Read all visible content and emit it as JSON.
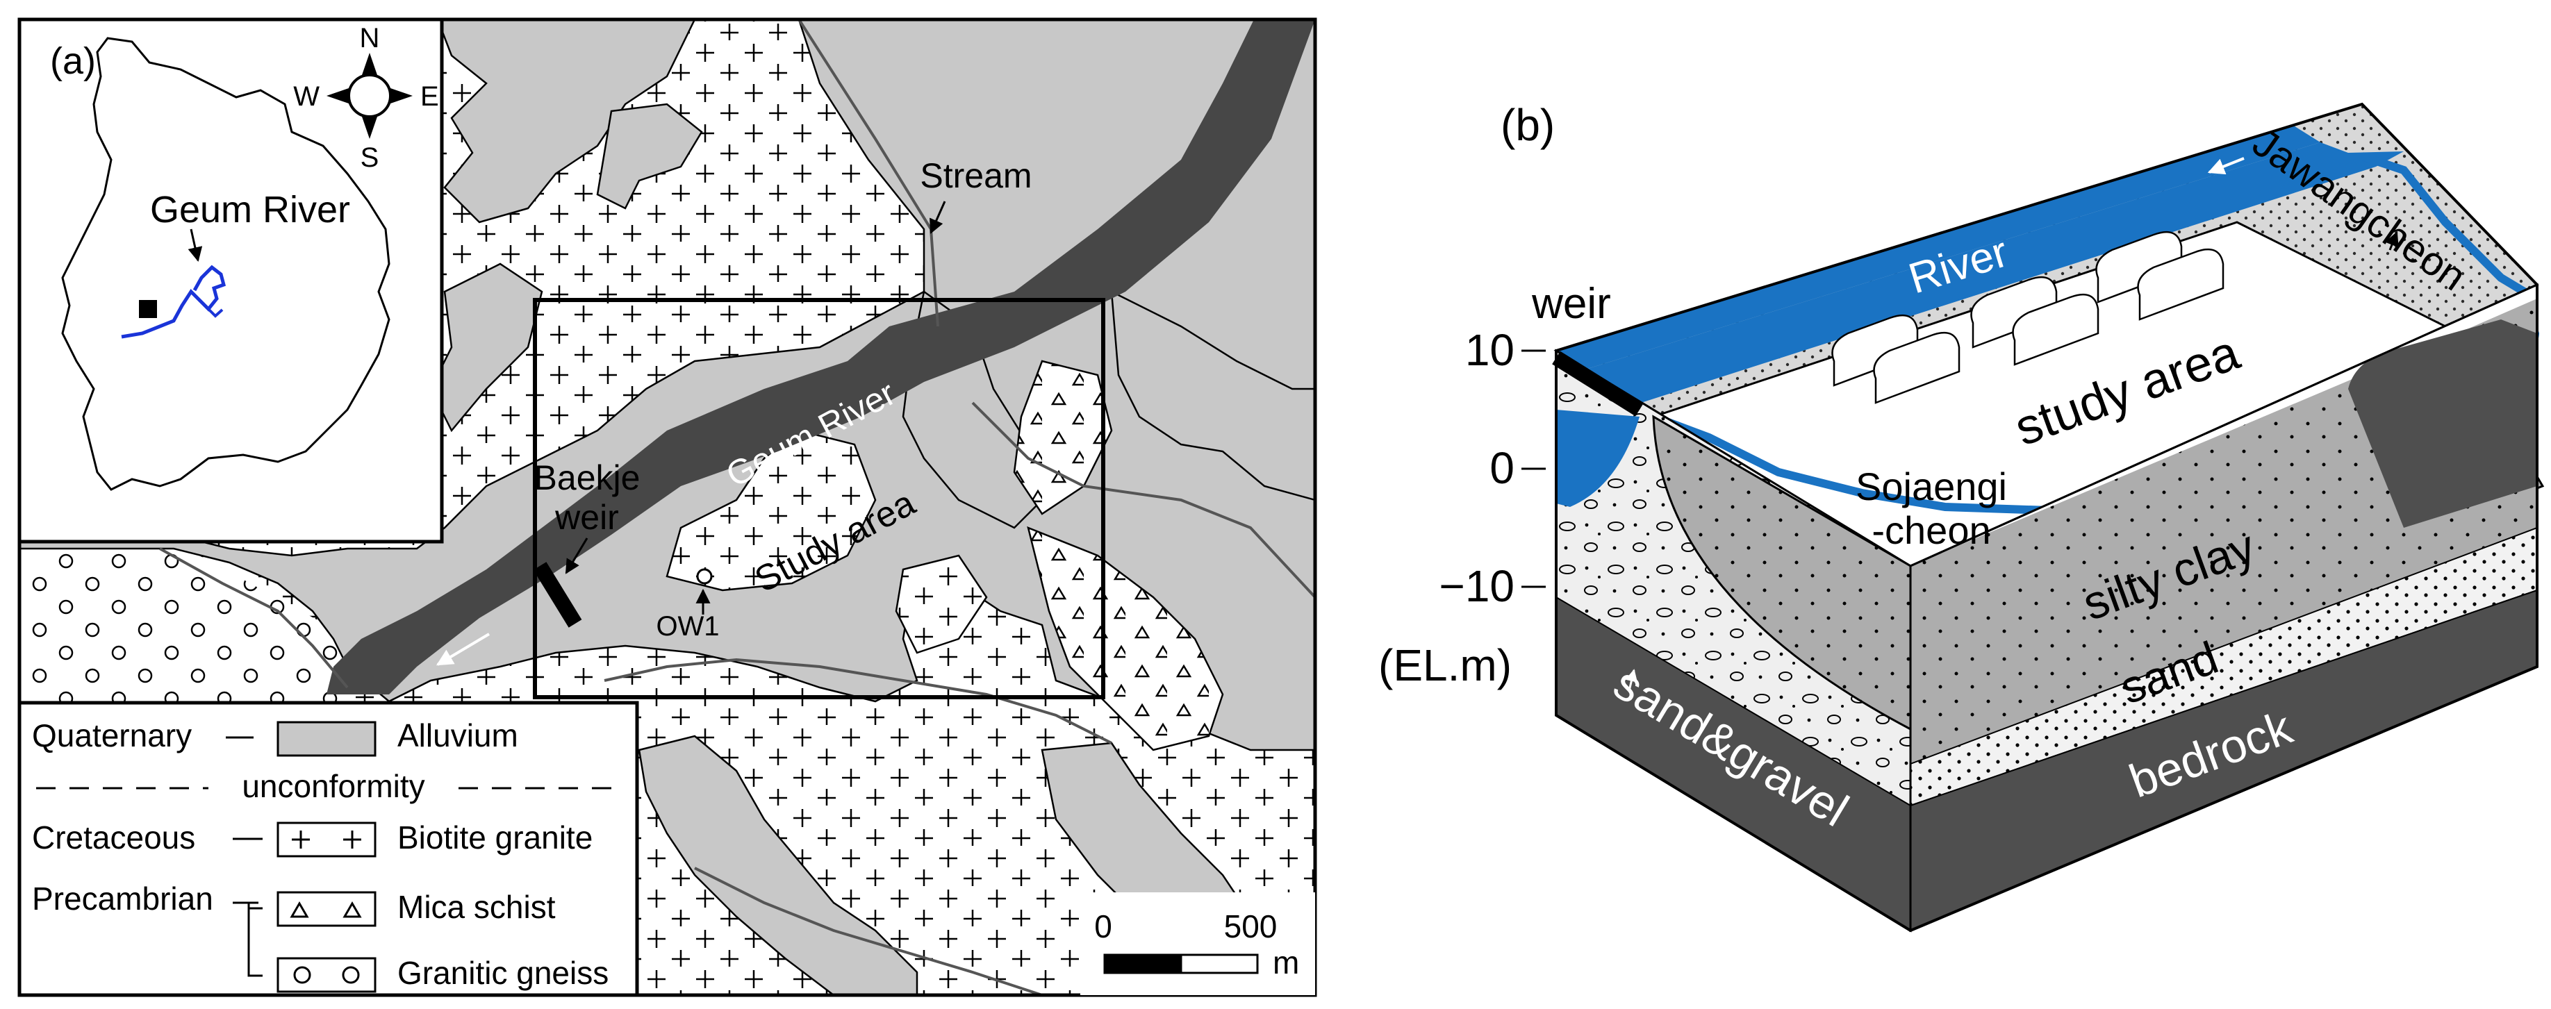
{
  "panel_a": {
    "label": "(a)",
    "compass": {
      "n": "N",
      "s": "S",
      "e": "E",
      "w": "W"
    },
    "inset_river_label": "Geum River",
    "stream_label": "Stream",
    "river_label": "Geum River",
    "weir_label_line1": "Baekje",
    "weir_label_line2": "weir",
    "study_area_label": "Study area",
    "well_label": "OW1",
    "scale_bar": {
      "min": "0",
      "max": "500",
      "unit": "m"
    },
    "legend": {
      "quaternary": "Quaternary",
      "alluvium": "Alluvium",
      "unconformity": "unconformity",
      "cretaceous": "Cretaceous",
      "biotite_granite": "Biotite granite",
      "precambrian": "Precambrian",
      "mica_schist": "Mica schist",
      "granitic_gneiss": "Granitic gneiss"
    }
  },
  "panel_b": {
    "label": "(b)",
    "weir": "weir",
    "river": "River",
    "jawangcheon": "Jawangcheon",
    "study_area": "study area",
    "sojaengi_line1": "Sojaengi",
    "sojaengi_line2": "-cheon",
    "silty_clay": "silty clay",
    "sand": "sand",
    "bedrock": "bedrock",
    "sand_gravel": "sand&gravel",
    "elevation_ticks": [
      "10",
      "0",
      "−10"
    ],
    "elevation_unit": "(EL.m)"
  },
  "colors": {
    "alluvium": "#c8c8c8",
    "river_dark": "#474747",
    "river_blue": "#1a73c3",
    "box_dark": "#4f4f4f",
    "silty_clay": "#adadad"
  }
}
